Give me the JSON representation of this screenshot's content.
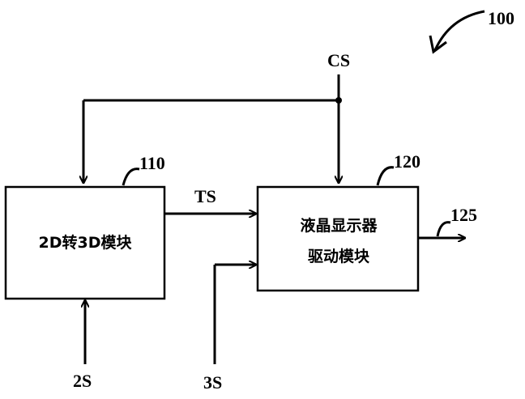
{
  "system": {
    "ref": "100"
  },
  "blocks": {
    "converter": {
      "ref": "110",
      "label": "2D转3D模块"
    },
    "lcd_driver": {
      "ref": "120",
      "label_line1": "液晶显示器",
      "label_line2": "驱动模块"
    }
  },
  "signals": {
    "cs": "CS",
    "ts": "TS",
    "s2": "2S",
    "s3": "3S",
    "output_ref": "125"
  }
}
